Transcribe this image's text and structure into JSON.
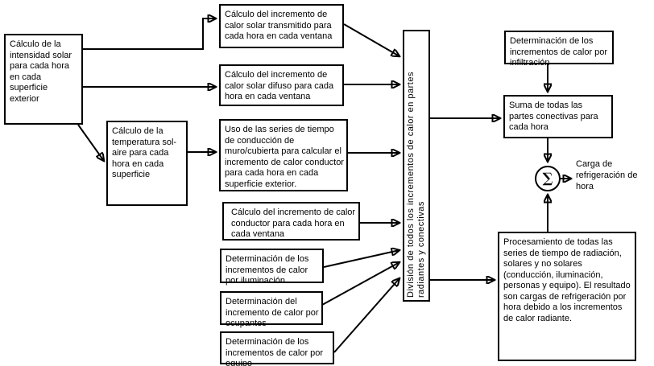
{
  "diagram": {
    "colors": {
      "background": "#ffffff",
      "line_color": "#000000",
      "box_fill": "#ffffff",
      "text_color": "#000000"
    },
    "nodes": {
      "intensidad_solar": "Cálculo de la intensidad solar para cada hora en cada superficie exterior",
      "temperatura_sol_aire": "Cálculo de la temperatura sol-aire para cada hora en cada superficie",
      "calor_solar_transmitido": "Cálculo del incremento de calor solar transmitido para cada hora en cada ventana",
      "calor_solar_difuso": "Cálculo del incremento de calor solar difuso para cada hora en cada ventana",
      "series_conduccion": "Uso de las series de tiempo de conducción de muro/cubierta para calcular el incremento de calor conductor para cada hora en cada superficie exterior.",
      "calor_conductor_ventana": "Cálculo del incremento de calor conductor para cada hora en cada ventana",
      "calor_iluminacion": "Determinación de los incrementos de calor por iluminación",
      "calor_ocupantes": "Determinación del incremento de calor por ocupantes",
      "calor_equipo": "Determinación de los incrementos de calor por equipo",
      "division_partes": "División de todos los incrementos de calor en partes radiantes y conectivas",
      "infiltracion": "Determinación de los incrementos de calor por infiltración",
      "suma_conectivas": "Suma de todas las partes conectivas para cada hora",
      "procesamiento_radiante": "Procesamiento de todas las series de tiempo de radiación, solares y no solares (conducción, iluminación, personas y equipo). El resultado son cargas de refrigeración por hora debido a los incrementos de calor radiante."
    },
    "sigma_symbol": "∑",
    "output_label": "Carga de refrigeración de hora"
  }
}
